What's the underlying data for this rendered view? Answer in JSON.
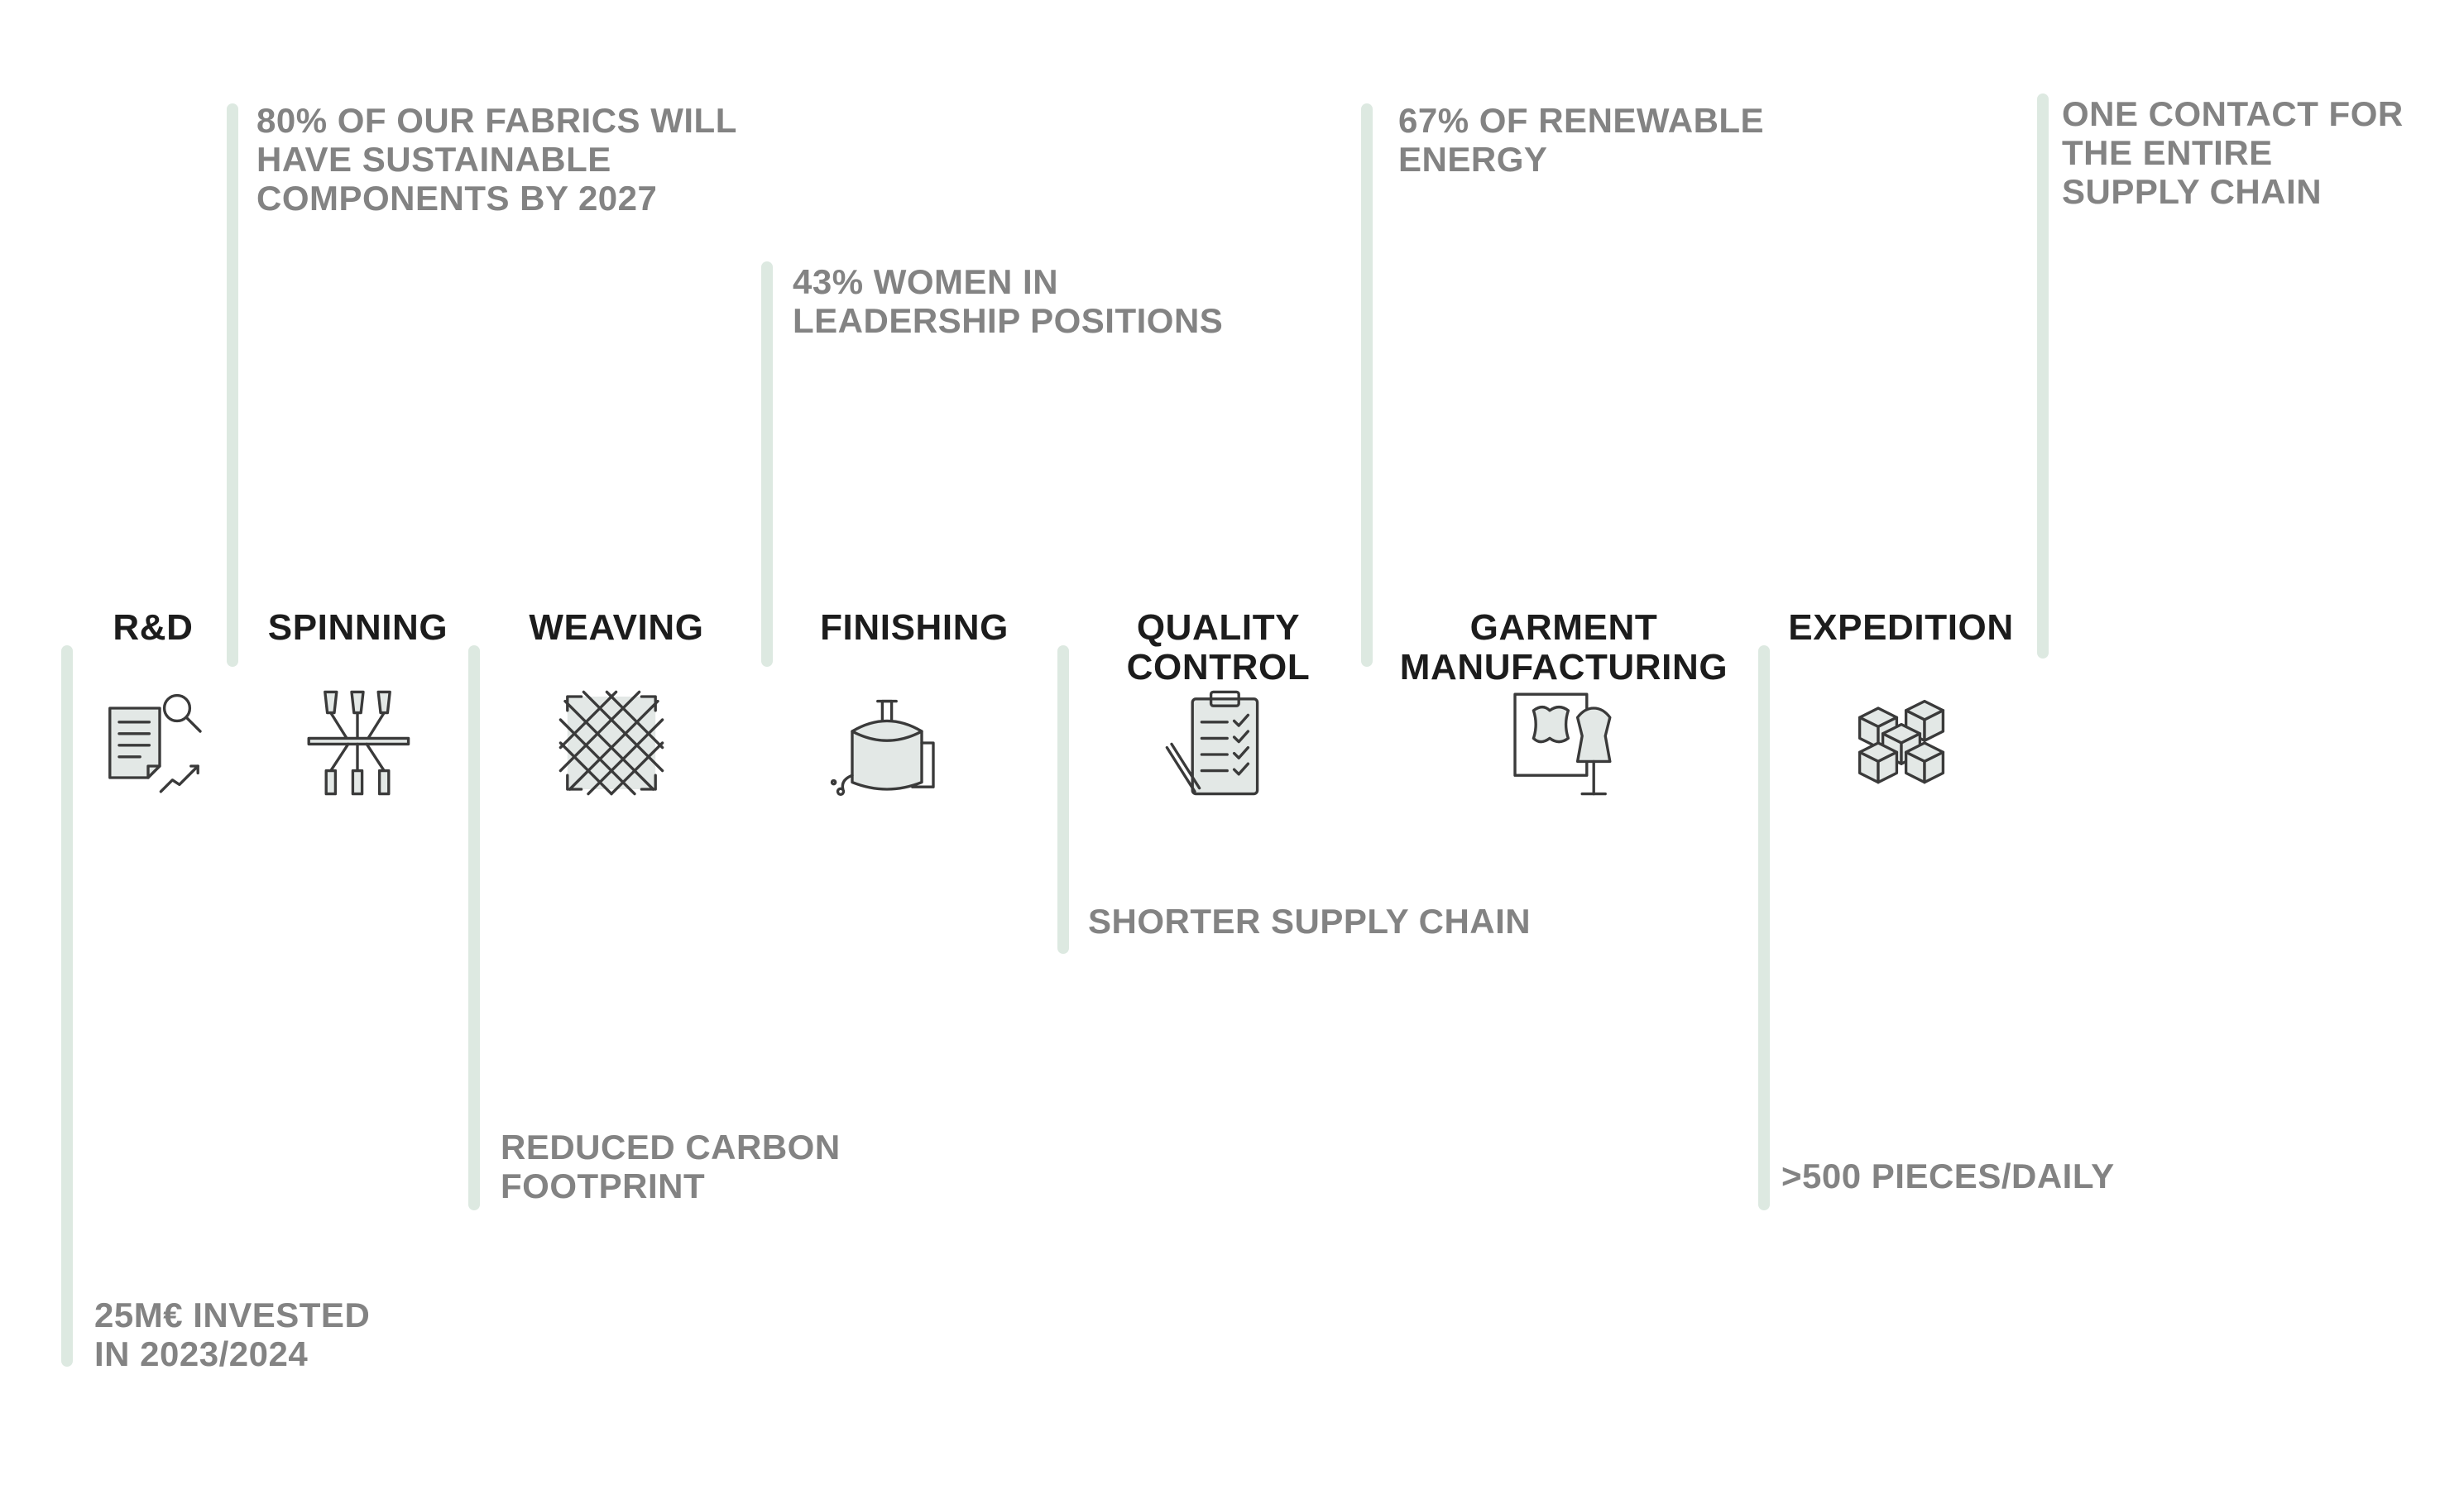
{
  "steps": [
    {
      "label": "R&D",
      "icon": "research-document-magnifier-icon"
    },
    {
      "label": "SPINNING",
      "icon": "spinning-bobbins-icon"
    },
    {
      "label": "WEAVING",
      "icon": "woven-fabric-icon"
    },
    {
      "label": "FINISHING",
      "icon": "finishing-vessel-icon"
    },
    {
      "label": "QUALITY\nCONTROL",
      "icon": "clipboard-checklist-icon"
    },
    {
      "label": "GARMENT\nMANUFACTURING",
      "icon": "garment-mannequin-icon"
    },
    {
      "label": "EXPEDITION",
      "icon": "stacked-boxes-icon"
    }
  ],
  "notes": {
    "rd": "25M€ INVESTED\nIN 2023/2024",
    "spinning": "80% OF OUR FABRICS WILL\nHAVE SUSTAINABLE\nCOMPONENTS BY 2027",
    "weaving": "REDUCED CARBON\nFOOTPRINT",
    "finishing": "43% WOMEN IN\nLEADERSHIP POSITIONS",
    "quality": "SHORTER SUPPLY CHAIN",
    "garment": "67% OF RENEWABLE\nENERGY",
    "expedition": ">500 PIECES/DAILY",
    "contact": "ONE CONTACT FOR\nTHE ENTIRE\nSUPPLY CHAIN"
  },
  "colors": {
    "bar": "#dde9e1",
    "note_text": "#838383",
    "step_text": "#1c1c1c",
    "icon_stroke": "#3a3a3a",
    "icon_fill": "#e3e8e6"
  }
}
